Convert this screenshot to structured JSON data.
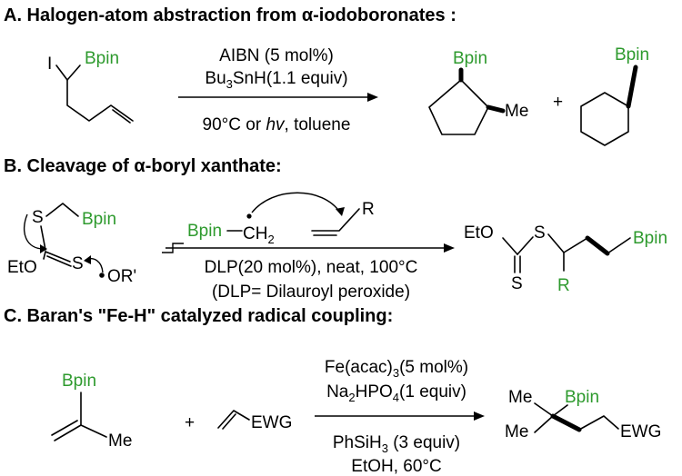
{
  "section_a": {
    "title_prefix": "A. Halogen-atom abstraction from ",
    "title_alpha": "α",
    "title_suffix": "-iodoboronates :",
    "iodine": "I",
    "bpin": "Bpin",
    "reagent_1": "AIBN (5 mol%)",
    "reagent_2_a": "Bu",
    "reagent_2_sub": "3",
    "reagent_2_b": "SnH(1.1 equiv)",
    "condition_a": "90°C or ",
    "condition_hv": "hv",
    "condition_b": ", toluene",
    "product_1_bpin": "Bpin",
    "product_1_me": "Me",
    "plus": "+",
    "product_2_bpin": "Bpin"
  },
  "section_b": {
    "title_prefix": "B. Cleavage of ",
    "title_alpha": "α",
    "title_suffix": "-boryl xanthate:",
    "s_top": "S",
    "bpin": "Bpin",
    "eto": "EtO",
    "s_right": "S",
    "radical_or": "OR'",
    "radical_bpin": "Bpin",
    "radical_ch": "CH",
    "radical_ch_sub": "2",
    "alkene_r": "R",
    "reagent_1": "DLP(20 mol%), neat, 100°C",
    "reagent_2": "(DLP= Dilauroyl peroxide)",
    "product_eto": "EtO",
    "product_s": "S",
    "product_s_bottom": "S",
    "product_r": "R",
    "product_bpin": "Bpin"
  },
  "section_c": {
    "title": "C. Baran's \"Fe-H\" catalyzed radical coupling:",
    "sm_bpin": "Bpin",
    "sm_me": "Me",
    "plus": "+",
    "ewg": "EWG",
    "reagent_1_a": "Fe(acac)",
    "reagent_1_sub": "3",
    "reagent_1_b": "(5 mol%)",
    "reagent_2_a": "Na",
    "reagent_2_sub1": "2",
    "reagent_2_b": "HPO",
    "reagent_2_sub2": "4",
    "reagent_2_c": "(1 equiv)",
    "reagent_3_a": "PhSiH",
    "reagent_3_sub": "3",
    "reagent_3_b": " (3 equiv)",
    "reagent_4": "EtOH, 60°C",
    "product_me_top": "Me",
    "product_bpin": "Bpin",
    "product_me_bottom": "Me",
    "product_ewg": "EWG"
  },
  "colors": {
    "bpin_green": "#2e9a2e",
    "text": "#000000"
  }
}
